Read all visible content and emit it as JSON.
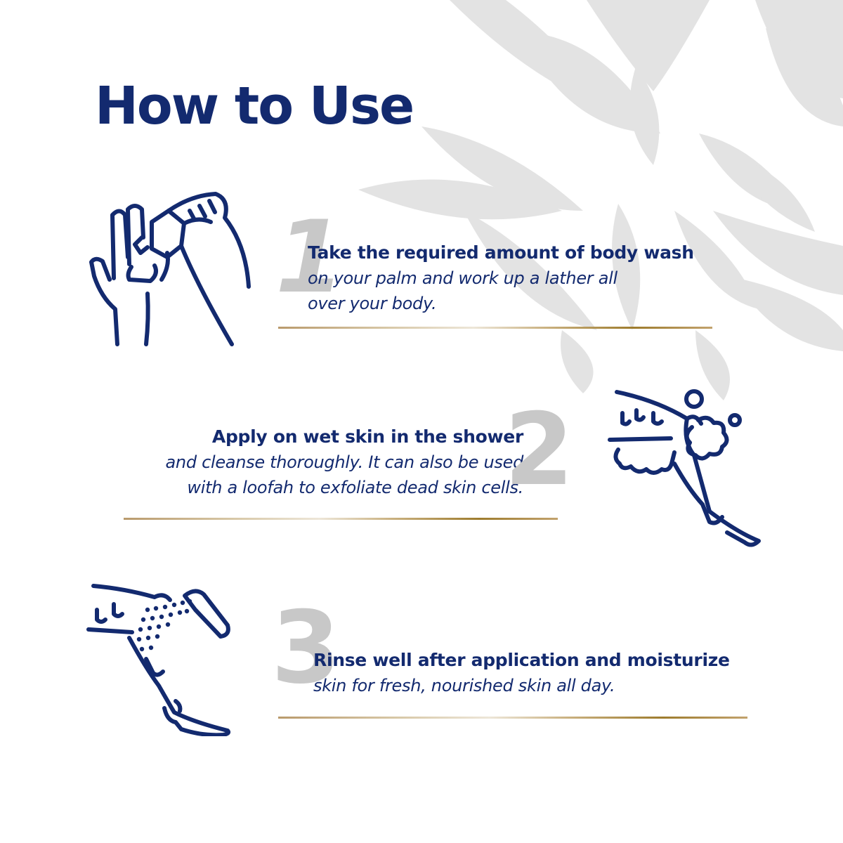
{
  "title": "How to Use",
  "colors": {
    "primary_navy": "#132a6f",
    "number_grey": "#c8c8c8",
    "flower_grey": "#e3e3e3",
    "divider_gold": "#a8853a",
    "background": "#ffffff"
  },
  "steps": [
    {
      "number": "1",
      "heading": "Take the required amount of body wash",
      "body_lines": [
        "on your palm and work up a lather all",
        "over your body."
      ],
      "icon": "hand-dispensing-icon"
    },
    {
      "number": "2",
      "heading": "Apply on wet skin in the shower",
      "body_lines": [
        "and cleanse thoroughly. It can also be used",
        "with a loofah to exfoliate dead skin cells."
      ],
      "icon": "leg-lather-icon"
    },
    {
      "number": "3",
      "heading": "Rinse well after application and moisturize",
      "body_lines": [
        "skin for fresh, nourished skin all day."
      ],
      "icon": "leg-shower-icon"
    }
  ]
}
